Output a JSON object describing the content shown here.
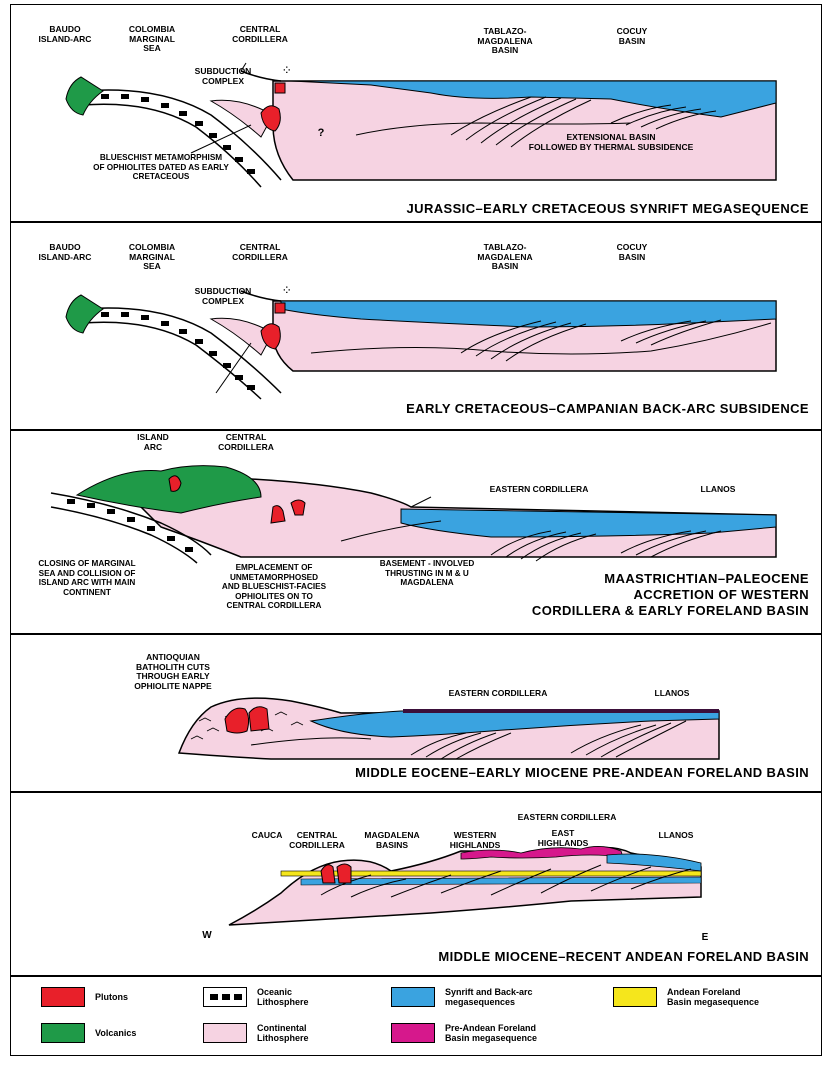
{
  "panels": [
    {
      "title": "JURASSIC–EARLY CRETACEOUS SYNRIFT MEGASEQUENCE",
      "labels": {
        "baudo": "BAUDO\nISLAND-ARC",
        "colombia": "COLOMBIA\nMARGINAL\nSEA",
        "central": "CENTRAL\nCORDILLERA",
        "tablazo": "TABLAZO-\nMAGDALENA\nBASIN",
        "cocuy": "COCUY\nBASIN",
        "subduction": "SUBDUCTION\nCOMPLEX",
        "question": "?",
        "extensional": "EXTENSIONAL BASIN\nFOLLOWED BY THERMAL SUBSIDENCE",
        "blueschist": "BLUESCHIST METAMORPHISM\nOF OPHIOLITES DATED AS EARLY\nCRETACEOUS"
      }
    },
    {
      "title": "EARLY CRETACEOUS–CAMPANIAN BACK-ARC SUBSIDENCE",
      "labels": {
        "baudo": "BAUDO\nISLAND-ARC",
        "colombia": "COLOMBIA\nMARGINAL\nSEA",
        "central": "CENTRAL\nCORDILLERA",
        "tablazo": "TABLAZO-\nMAGDALENA\nBASIN",
        "cocuy": "COCUY\nBASIN",
        "subduction": "SUBDUCTION\nCOMPLEX"
      }
    },
    {
      "title": "MAASTRICHTIAN–PALEOCENE\nACCRETION OF WESTERN\nCORDILLERA & EARLY FORELAND BASIN",
      "labels": {
        "island_arc": "ISLAND\nARC",
        "central": "CENTRAL\nCORDILLERA",
        "eastern": "EASTERN CORDILLERA",
        "llanos": "LLANOS",
        "closing": "CLOSING OF MARGINAL\nSEA AND COLLISION OF\nISLAND ARC WITH MAIN\nCONTINENT",
        "emplacement": "EMPLACEMENT OF\nUNMETAMORPHOSED\nAND BLUESCHIST-FACIES\nOPHIOLITES ON TO\nCENTRAL CORDILLERA",
        "basement": "BASEMENT - INVOLVED\nTHRUSTING IN M & U\nMAGDALENA"
      }
    },
    {
      "title": "MIDDLE EOCENE–EARLY MIOCENE PRE-ANDEAN FORELAND BASIN",
      "labels": {
        "antioquian": "ANTIOQUIAN\nBATHOLITH CUTS\nTHROUGH EARLY\nOPHIOLITE NAPPE",
        "eastern": "EASTERN CORDILLERA",
        "llanos": "LLANOS"
      }
    },
    {
      "title": "MIDDLE MIOCENE–RECENT ANDEAN FORELAND BASIN",
      "labels": {
        "eastern": "EASTERN CORDILLERA",
        "cauca": "CAUCA",
        "central": "CENTRAL\nCORDILLERA",
        "magdalena": "MAGDALENA\nBASINS",
        "western": "WESTERN\nHIGHLANDS",
        "east_high": "EAST\nHIGHLANDS",
        "llanos": "LLANOS",
        "w": "W",
        "e": "E"
      }
    }
  ],
  "legend": [
    {
      "label": "Plutons",
      "color": "#e8202a",
      "pattern": "solid"
    },
    {
      "label": "Volcanics",
      "color": "#1f9a48",
      "pattern": "solid"
    },
    {
      "label": "Oceanic\nLithosphere",
      "color": "#ffffff",
      "pattern": "dashes"
    },
    {
      "label": "Continental\nLithosphere",
      "color": "#f6d3e2",
      "pattern": "solid"
    },
    {
      "label": "Synrift and Back-arc\nmegasequences",
      "color": "#3aa3e0",
      "pattern": "solid"
    },
    {
      "label": "Pre-Andean Foreland\nBasin megasequence",
      "color": "#d6188c",
      "pattern": "solid"
    },
    {
      "label": "Andean Foreland\nBasin megasequence",
      "color": "#f5e61c",
      "pattern": "solid"
    }
  ],
  "colors": {
    "continental": "#f6d3e2",
    "synrift": "#3aa3e0",
    "volcanic": "#1f9a48",
    "pluton": "#e8202a",
    "preandean": "#d6188c",
    "andean": "#f5e61c",
    "dark_top": "#3b0f3a"
  }
}
